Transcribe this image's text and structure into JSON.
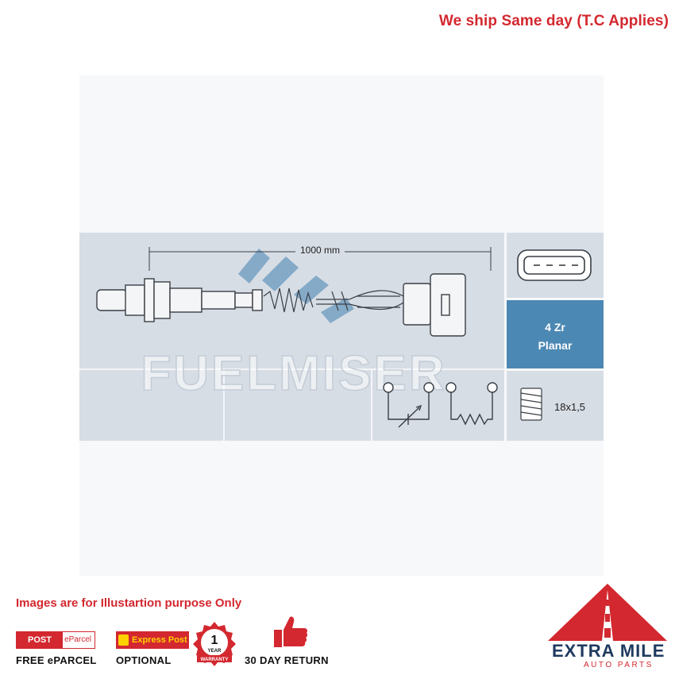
{
  "header": {
    "shipping_notice": "We ship Same day (T.C Applies)"
  },
  "diagram": {
    "cable_length": "1000 mm",
    "sensor_type_line1": "4 Zr",
    "sensor_type_line2": "Planar",
    "thread_size": "18x1,5",
    "watermark": "FUELMISER",
    "colors": {
      "accent_blue": "#4c88b4",
      "panel_gray": "#d7dde5",
      "line": "#3a3f45"
    },
    "icons": [
      "connector-plug-icon",
      "variable-resistor-icon",
      "heater-resistor-icon",
      "thread-icon"
    ]
  },
  "footer": {
    "disclaimer": "Images are for Illustartion purpose Only",
    "badges": [
      {
        "logo_text": "POST",
        "logo_sub": "eParcel",
        "label": "FREE ePARCEL"
      },
      {
        "logo_text": "Express Post",
        "label": "OPTIONAL"
      },
      {
        "seal_number": "1",
        "seal_word": "YEAR",
        "seal_ribbon": "WARRANTY"
      },
      {
        "label": "30 DAY RETURN"
      }
    ],
    "brand": {
      "name": "EXTRA MILE",
      "sub": "AUTO PARTS"
    },
    "colors": {
      "brand_red": "#d3282f",
      "brand_navy": "#1f3a5f"
    }
  }
}
